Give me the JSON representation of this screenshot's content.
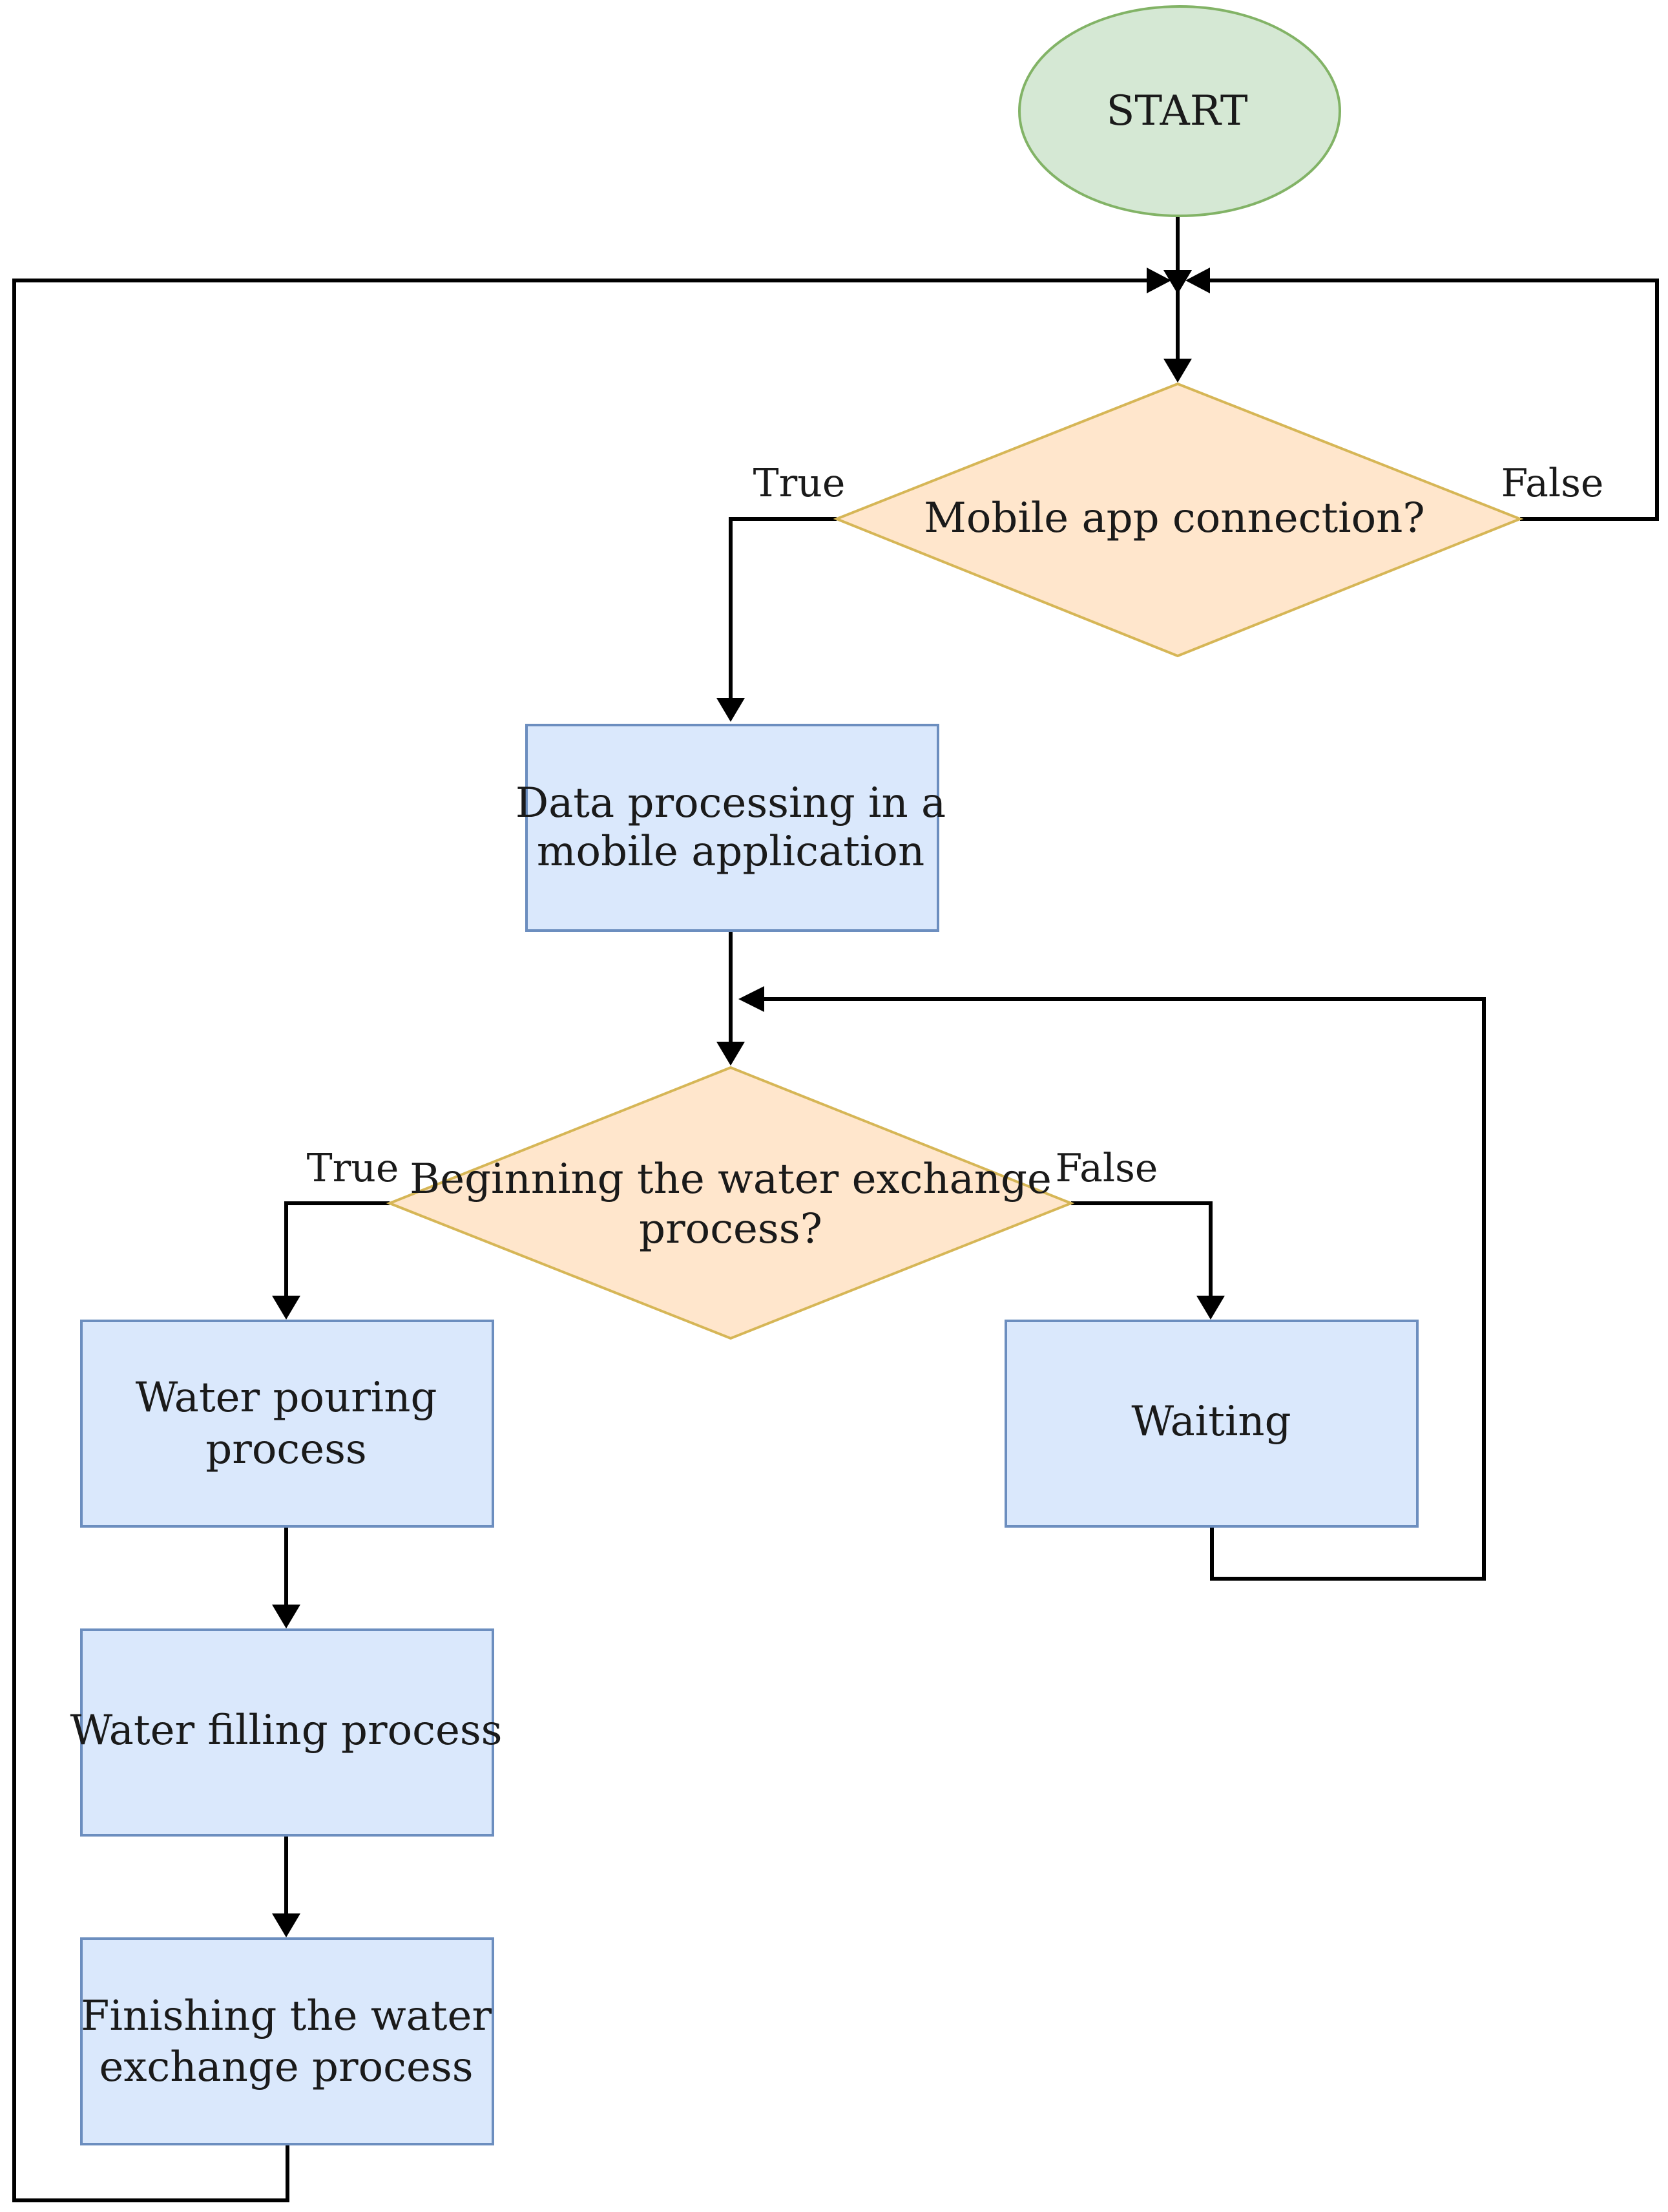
{
  "nodes": {
    "start": {
      "label": "START",
      "fill": "#d5e8d4",
      "stroke": "#82b366"
    },
    "mobile_app_connection": {
      "label": "Mobile app connection?",
      "fill": "#ffe6cc",
      "stroke": "#d6b656"
    },
    "data_processing": {
      "line1": "Data processing in a",
      "line2": "mobile application",
      "fill": "#dae8fc",
      "stroke": "#6c8ebf"
    },
    "beginning_exchange": {
      "line1": "Beginning the water exchange",
      "line2": "process?",
      "fill": "#ffe6cc",
      "stroke": "#d6b656"
    },
    "water_pouring": {
      "line1": "Water pouring",
      "line2": "process",
      "fill": "#dae8fc",
      "stroke": "#6c8ebf"
    },
    "waiting": {
      "label": "Waiting",
      "fill": "#dae8fc",
      "stroke": "#6c8ebf"
    },
    "water_filling": {
      "label": "Water filling process",
      "fill": "#dae8fc",
      "stroke": "#6c8ebf"
    },
    "finishing_exchange": {
      "line1": "Finishing the water",
      "line2": "exchange process",
      "fill": "#dae8fc",
      "stroke": "#6c8ebf"
    }
  },
  "edge_labels": {
    "mobile_true": "True",
    "mobile_false": "False",
    "exchange_true": "True",
    "exchange_false": "False"
  }
}
